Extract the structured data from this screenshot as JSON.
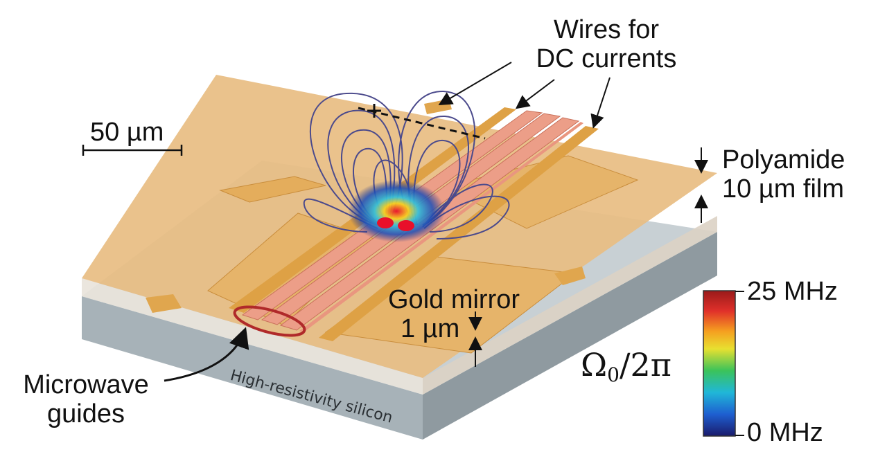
{
  "labels": {
    "wires_line1": "Wires for",
    "wires_line2": "DC currents",
    "scale_bar": "50 µm",
    "polyamide_line1": "Polyamide",
    "polyamide_line2": "10 µm film",
    "gold_line1": "Gold mirror",
    "gold_line2": "1 µm",
    "microwave_line1": "Microwave",
    "microwave_line2": "guides",
    "substrate": "High-resistivity silicon",
    "colorbar_max": "25 MHz",
    "colorbar_min": "0 MHz",
    "colorbar_symbol": "Ω",
    "colorbar_subscript": "0",
    "colorbar_suffix": "/2π"
  },
  "colors": {
    "silicon_top": "#c3ccd0",
    "silicon_front": "#9faab0",
    "silicon_side": "#8a959b",
    "film": "#e6b97c",
    "gold": "#e0a64e",
    "wire": "#e59a82",
    "field_lines": "#4b4a8c",
    "highlight": "#b02a2a"
  },
  "colorbar_stops": [
    "#1a1a6b",
    "#1e5fd0",
    "#20b7d8",
    "#3bc35a",
    "#e8e030",
    "#f5a020",
    "#e0302a",
    "#9a1a1a"
  ]
}
